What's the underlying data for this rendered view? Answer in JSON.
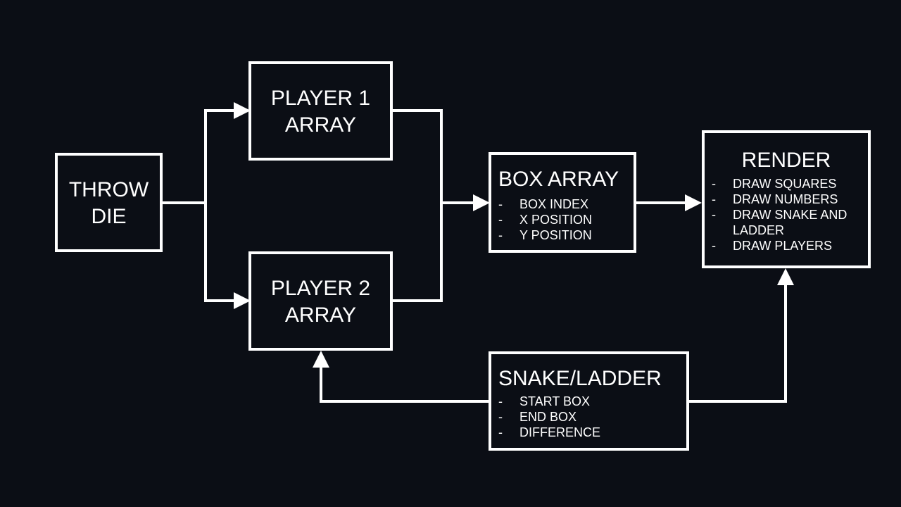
{
  "colors": {
    "background": "#0b0e15",
    "stroke": "#ffffff",
    "text": "#ffffff"
  },
  "nodes": {
    "throw_die": {
      "lines": [
        "THROW",
        "DIE"
      ]
    },
    "player1": {
      "lines": [
        "PLAYER 1",
        "ARRAY"
      ]
    },
    "player2": {
      "lines": [
        "PLAYER 2",
        "ARRAY"
      ]
    },
    "box_array": {
      "title": "BOX ARRAY",
      "items": [
        "BOX INDEX",
        "X POSITION",
        "Y POSITION"
      ]
    },
    "render": {
      "title": "RENDER",
      "items": [
        "DRAW SQUARES",
        "DRAW NUMBERS",
        "DRAW SNAKE AND",
        "LADDER",
        "DRAW PLAYERS"
      ]
    },
    "snake_ladder": {
      "title": "SNAKE/LADDER",
      "items": [
        "START BOX",
        "END BOX",
        "DIFFERENCE"
      ]
    }
  },
  "bullet_marker": "-",
  "connections": [
    {
      "from": "throw_die",
      "to": "player1"
    },
    {
      "from": "throw_die",
      "to": "player2"
    },
    {
      "from": "player1",
      "to": "box_array"
    },
    {
      "from": "player2",
      "to": "box_array"
    },
    {
      "from": "box_array",
      "to": "render"
    },
    {
      "from": "snake_ladder",
      "to": "player2"
    },
    {
      "from": "snake_ladder",
      "to": "render"
    }
  ]
}
